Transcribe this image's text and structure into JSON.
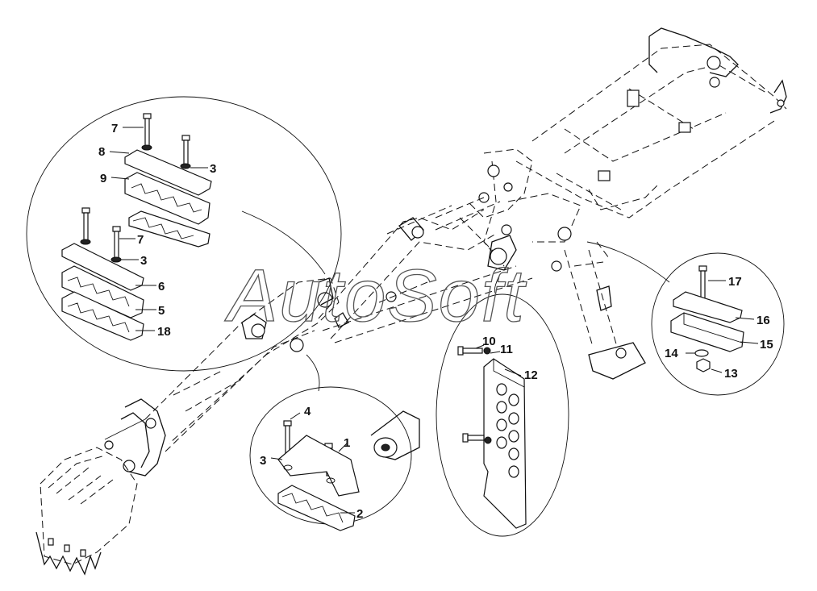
{
  "watermark": "AutoSoft",
  "callouts": {
    "c1": "1",
    "c2": "2",
    "c3a": "3",
    "c3b": "3",
    "c3c": "3",
    "c4": "4",
    "c5": "5",
    "c6": "6",
    "c7a": "7",
    "c7b": "7",
    "c8": "8",
    "c9": "9",
    "c10": "10",
    "c11": "11",
    "c12": "12",
    "c13": "13",
    "c14": "14",
    "c15": "15",
    "c16": "16",
    "c17": "17",
    "c18": "18"
  }
}
